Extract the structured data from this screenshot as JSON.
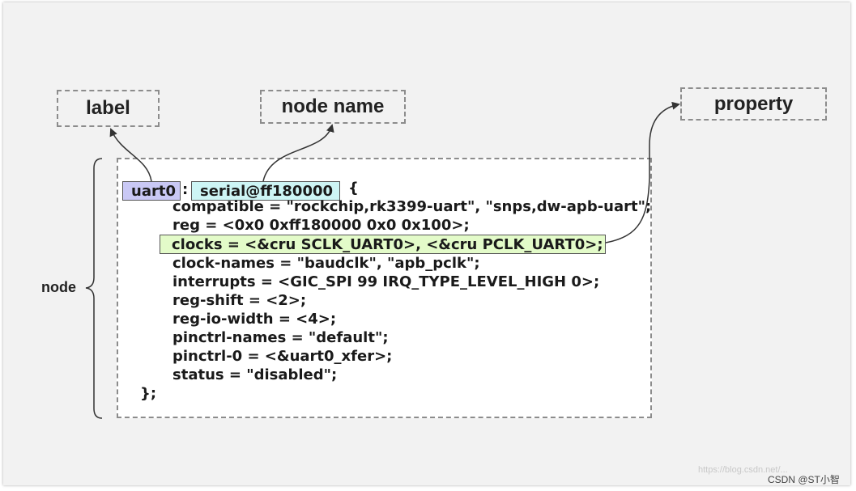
{
  "tags": {
    "label": "label",
    "node_name": "node name",
    "property": "property"
  },
  "node_side_label": "node",
  "code": {
    "label_token": "uart0",
    "colon": ":",
    "name_token": "serial@ff180000",
    "open_brace": "{",
    "lines": [
      "compatible = \"rockchip,rk3399-uart\", \"snps,dw-apb-uart\";",
      "reg = <0x0 0xff180000 0x0 0x100>;",
      "clocks = <&cru SCLK_UART0>, <&cru PCLK_UART0>;",
      "clock-names = \"baudclk\", \"apb_pclk\";",
      "interrupts = <GIC_SPI 99 IRQ_TYPE_LEVEL_HIGH 0>;",
      "reg-shift = <2>;",
      "reg-io-width = <4>;",
      "pinctrl-names = \"default\";",
      "pinctrl-0 = <&uart0_xfer>;",
      "status = \"disabled\";"
    ],
    "close": "};"
  },
  "colors": {
    "label_highlight": "#c9c8f5",
    "name_highlight": "#cdf5f5",
    "property_highlight": "#e3fbc9"
  },
  "watermark": "https://blog.csdn.net/...",
  "credit": "CSDN @ST小智"
}
